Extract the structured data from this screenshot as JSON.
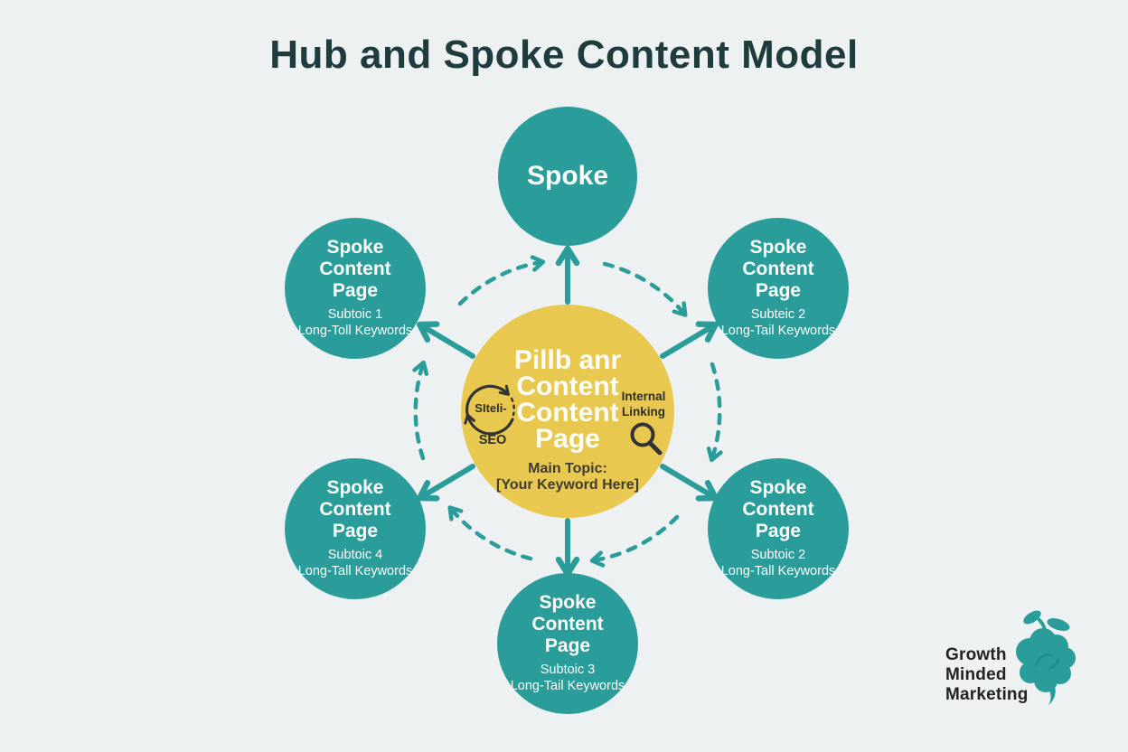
{
  "title": "Hub and Spoke Content Model",
  "colors": {
    "teal": "#2a9d9b",
    "hub_yellow": "#e8c84e",
    "title_dark": "#1e3b3e",
    "background": "#eef1f1",
    "dark_label": "#2e2e28"
  },
  "hub": {
    "title": "Pillb anr\nContent\nContent\nPage",
    "main_topic_label": "Main Topic:",
    "main_topic_value": "[Your Keyword Here]",
    "seo_icon_label": "SIteli-",
    "seo_label": "SEO",
    "internal_linking_label": "Internal\nLinking"
  },
  "spoke_top": {
    "label": "Spoke"
  },
  "spokes": [
    {
      "position": "top-left",
      "title": "Spoke\nContent\nPage",
      "subtopic": "Subtoic 1",
      "keywords": "Long-Toll Keywords"
    },
    {
      "position": "top-right",
      "title": "Spoke\nContent\nPage",
      "subtopic": "Subteic 2",
      "keywords": "Long-Tail Keywords"
    },
    {
      "position": "bottom-left",
      "title": "Spoke\nContent\nPage",
      "subtopic": "Subtoic 4",
      "keywords": "Long-Tall Keywords"
    },
    {
      "position": "bottom-right",
      "title": "Spoke\nContent\nPage",
      "subtopic": "Subtoic 2",
      "keywords": "Long-Tall Keywords"
    },
    {
      "position": "bottom",
      "title": "Spoke\nContent\nPage",
      "subtopic": "Subtoic 3",
      "keywords": "Long-Tail Keywords"
    }
  ],
  "logo": {
    "name": "Growth\nMinded\nMarketing"
  }
}
